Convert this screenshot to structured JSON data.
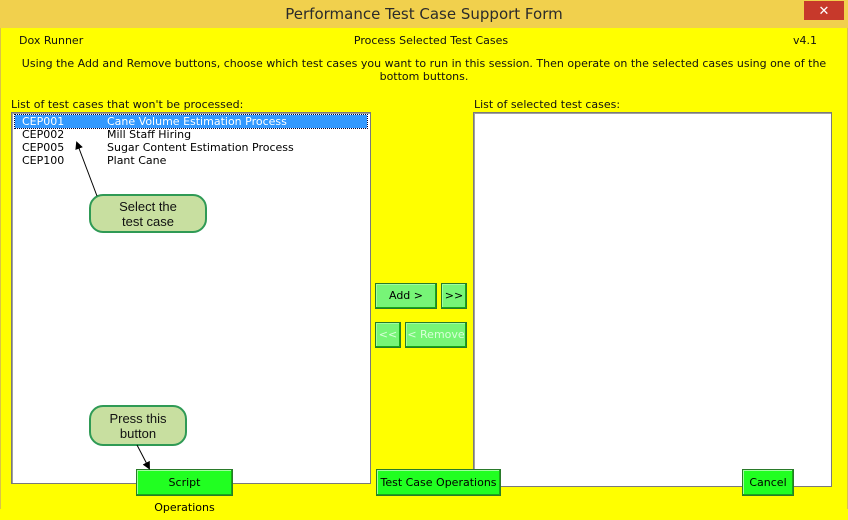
{
  "window": {
    "title": "Performance Test Case Support Form",
    "close_glyph": "✕"
  },
  "header": {
    "app_name": "Dox Runner",
    "subtitle": "Process Selected Test Cases",
    "version": "v4.1",
    "instructions": "Using the Add and Remove buttons, choose which test cases you want to run in this session. Then operate on the selected cases using one of the bottom buttons."
  },
  "left_list": {
    "label": "List of test cases that won't be processed:",
    "items": [
      {
        "code": "CEP001",
        "desc": "Cane Volume Estimation Process",
        "selected": true
      },
      {
        "code": "CEP002",
        "desc": "Mill Staff Hiring",
        "selected": false
      },
      {
        "code": "CEP005",
        "desc": "Sugar Content Estimation Process",
        "selected": false
      },
      {
        "code": "CEP100",
        "desc": "Plant Cane",
        "selected": false
      }
    ]
  },
  "right_list": {
    "label": "List of selected test cases:",
    "items": []
  },
  "buttons": {
    "add": "Add >",
    "add_all": ">>",
    "remove_all": "<<",
    "remove": "< Remove",
    "script_ops": "Script Operations",
    "test_case_ops": "Test Case Operations",
    "cancel": "Cancel"
  },
  "callouts": {
    "select": "Select the test case",
    "press": "Press this button"
  },
  "colors": {
    "background": "#ffff00",
    "button": "#21ff21",
    "selection": "#3399ff",
    "callout_fill": "#c8dfa0",
    "callout_border": "#2f9a55"
  }
}
